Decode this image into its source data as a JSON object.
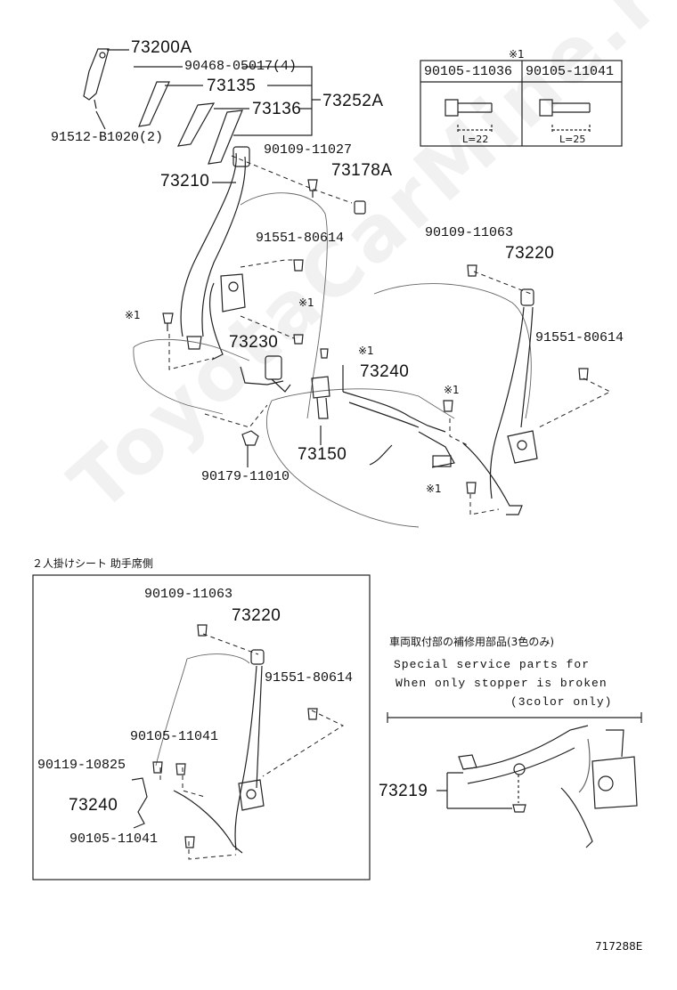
{
  "watermark": "ToyotaCarMine.ru",
  "labels": {
    "p73200A": "73200A",
    "p90468": "90468-05017(4)",
    "p73135": "73135",
    "p73252A": "73252A",
    "p73136": "73136",
    "p91512": "91512-B1020(2)",
    "p90109_11027": "90109-11027",
    "p73178A": "73178A",
    "p73210": "73210",
    "p91551_a": "91551-80614",
    "p90109_11063_a": "90109-11063",
    "p73220_a": "73220",
    "p91551_b": "91551-80614",
    "mark_a": "※1",
    "mark_b": "※1",
    "mark_c": "※1",
    "p73230": "73230",
    "mark_d": "※1",
    "p73240_a": "73240",
    "mark_e": "※1",
    "p73150": "73150",
    "mark_f": "※1",
    "p90179": "90179-11010"
  },
  "table": {
    "mark": "※1",
    "col1": "90105-11036",
    "col2": "90105-11041",
    "len1": "L=22",
    "len2": "L=25"
  },
  "inset": {
    "caption": "２人掛けシート 助手席側",
    "p90109_11063": "90109-11063",
    "p73220": "73220",
    "p91551": "91551-80614",
    "p90105_11041_a": "90105-11041",
    "p90119": "90119-10825",
    "p73240": "73240",
    "p90105_11041_b": "90105-11041"
  },
  "special": {
    "jp": "車両取付部の補修用部品(3色のみ)",
    "line1": "Special  service  parts  for",
    "line2": "When  only  stopper  is  broken",
    "line3": "(3color  only)",
    "p73219": "73219"
  },
  "footer_code": "717288E"
}
